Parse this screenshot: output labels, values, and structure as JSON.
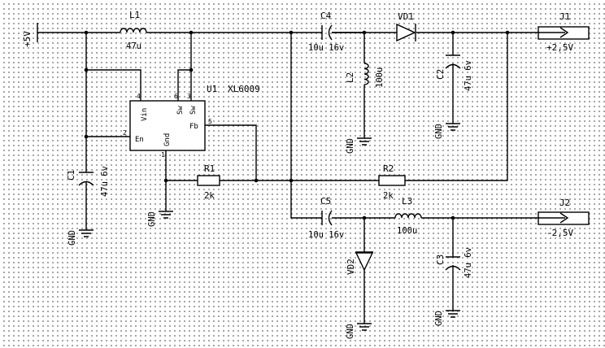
{
  "supply": {
    "label": "+5V"
  },
  "inductors": {
    "L1": {
      "ref": "L1",
      "value": "47u"
    },
    "L2": {
      "ref": "L2",
      "value": "100u"
    },
    "L3": {
      "ref": "L3",
      "value": "100u"
    }
  },
  "capacitors": {
    "C1": {
      "ref": "C1",
      "value": "47u 6v"
    },
    "C2": {
      "ref": "C2",
      "value": "47u 6v"
    },
    "C3": {
      "ref": "C3",
      "value": "47u 6v"
    },
    "C4": {
      "ref": "C4",
      "value": "10u 16v"
    },
    "C5": {
      "ref": "C5",
      "value": "10u 16v"
    }
  },
  "diodes": {
    "VD1": {
      "ref": "VD1"
    },
    "VD2": {
      "ref": "VD2"
    }
  },
  "resistors": {
    "R1": {
      "ref": "R1",
      "value": "2k"
    },
    "R2": {
      "ref": "R2",
      "value": "2k"
    }
  },
  "ic": {
    "ref": "U1",
    "part": "XL6009",
    "pins": [
      {
        "name": "Vin",
        "number": "4"
      },
      {
        "name": "En",
        "number": "2"
      },
      {
        "name": "Sw",
        "number": "6"
      },
      {
        "name": "Sw",
        "number": "3"
      },
      {
        "name": "Gnd",
        "number": "1"
      },
      {
        "name": "Fb",
        "number": "5"
      }
    ]
  },
  "connectors": {
    "J1": {
      "ref": "J1",
      "label": "+2,5V"
    },
    "J2": {
      "ref": "J2",
      "label": "-2,5V"
    }
  },
  "ground_label": "GND"
}
